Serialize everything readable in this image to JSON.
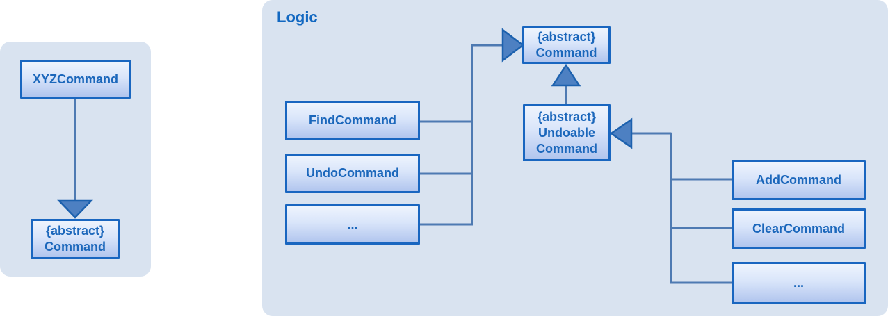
{
  "left_panel": {
    "xyz_box": "XYZCommand",
    "abstract_command_box": "{abstract}\nCommand"
  },
  "logic_panel": {
    "title": "Logic",
    "command_box": "{abstract}\nCommand",
    "find_box": "FindCommand",
    "undo_box": "UndoCommand",
    "left_more_box": "...",
    "undoable_box": "{abstract}\nUndoable\nCommand",
    "add_box": "AddCommand",
    "clear_box": "ClearCommand",
    "right_more_box": "..."
  },
  "colors": {
    "panel_background": "#d9e3f0",
    "box_border": "#1966c0",
    "box_text": "#1b67bb",
    "box_gradient_top": "#eef4fd",
    "box_gradient_bottom": "#b1c5ee",
    "connector_line": "#4e7ab2",
    "arrowhead_fill": "#4d80c2",
    "arrowhead_stroke": "#1c61ae",
    "title_text": "#1268c1"
  }
}
